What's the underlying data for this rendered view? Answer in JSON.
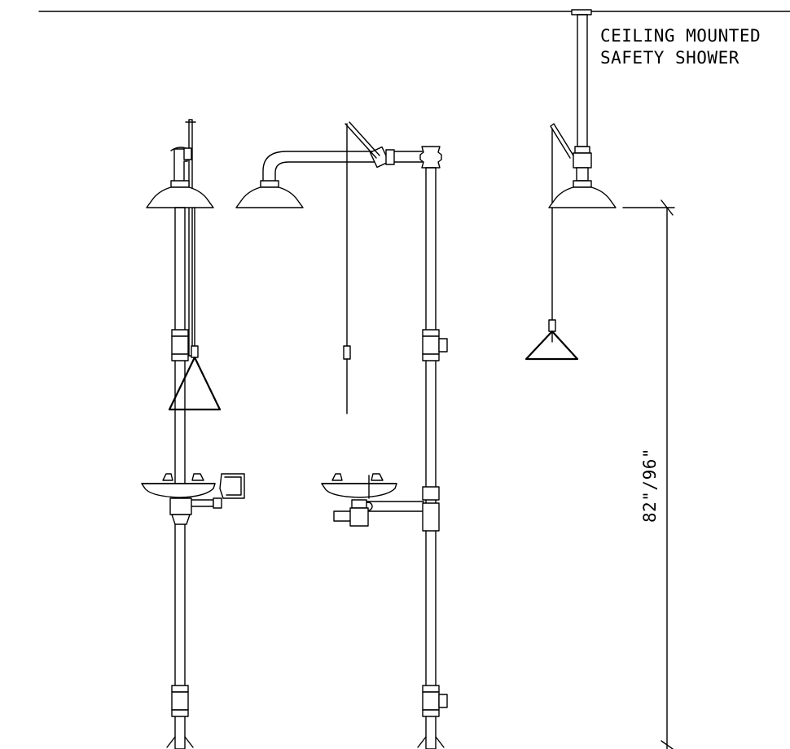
{
  "labels": {
    "ceiling_line1": "CEILING MOUNTED",
    "ceiling_line2": "SAFETY SHOWER",
    "dimension": "82\"/96\""
  },
  "colors": {
    "line": "#000000",
    "background": "#ffffff"
  }
}
